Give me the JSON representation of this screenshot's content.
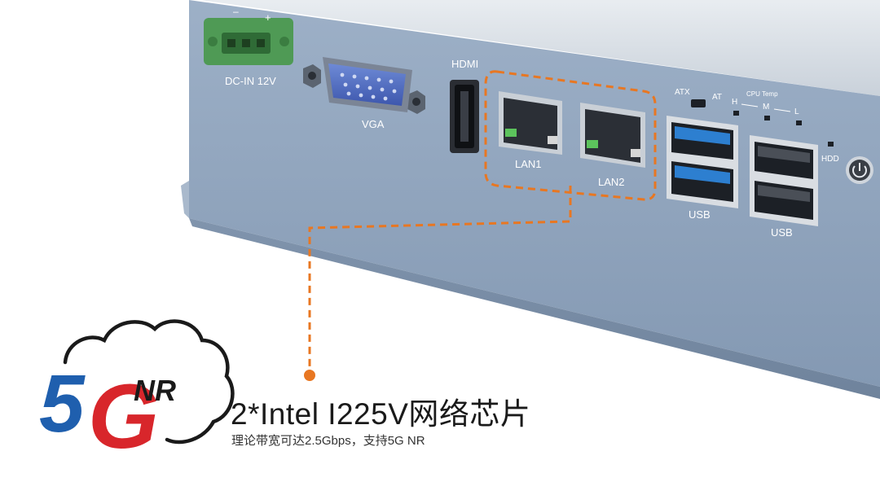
{
  "ports": {
    "dc_minus": "–",
    "dc_plus": "+",
    "dc_in": "DC-IN 12V",
    "vga": "VGA",
    "hdmi": "HDMI",
    "lan1": "LAN1",
    "lan2": "LAN2",
    "usb_a": "USB",
    "usb_b": "USB",
    "atx": "ATX",
    "at": "AT",
    "cpu_temp": "CPU Temp",
    "temp_h": "H",
    "temp_m": "M",
    "temp_l": "L",
    "hdd": "HDD"
  },
  "logo": {
    "five": "5",
    "g": "G",
    "nr": "NR"
  },
  "caption": {
    "title": "2*Intel I225V网络芯片",
    "subtitle": "理论带宽可达2.5Gbps，支持5G NR"
  },
  "colors": {
    "chassis": "#8fa3bd",
    "highlight": "#e87722",
    "logo_blue": "#1f5fae",
    "logo_red": "#d8262b",
    "usb_blue": "#2d7fd0"
  }
}
